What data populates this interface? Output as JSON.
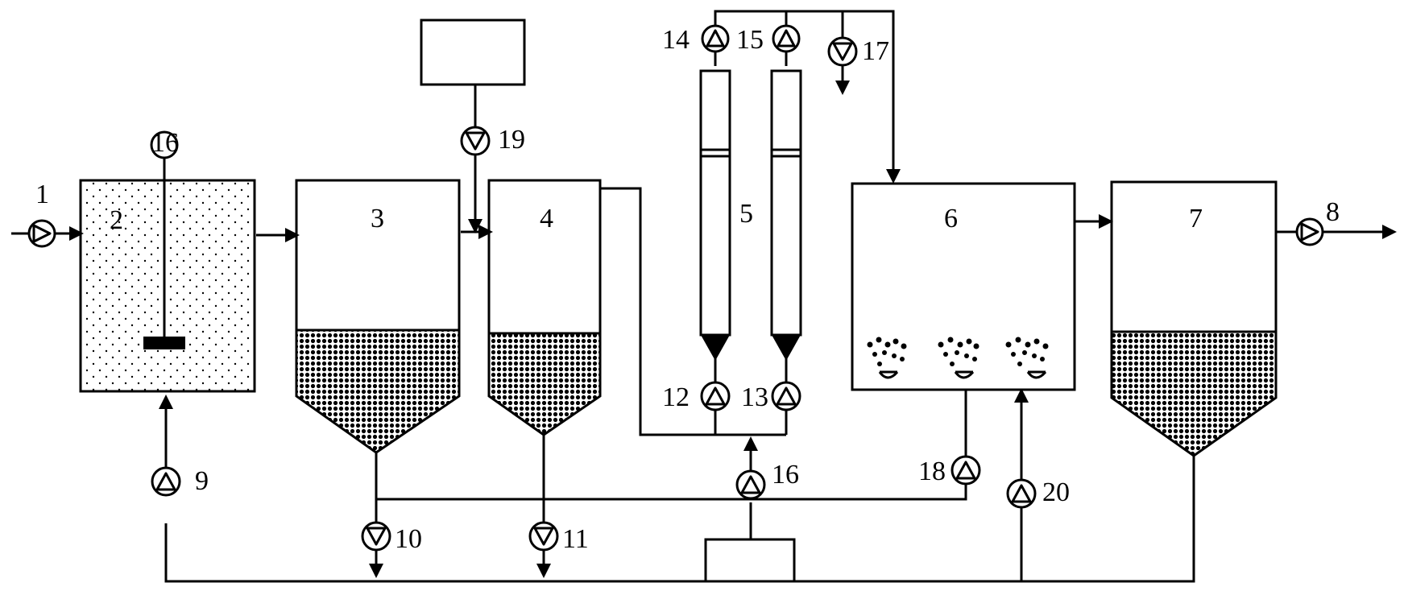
{
  "labels": {
    "pump1": "1",
    "tank2": "2",
    "tank3": "3",
    "tank4": "4",
    "column5": "5",
    "tank6": "6",
    "tank7": "7",
    "pump8": "8",
    "pump9": "9",
    "pump10": "10",
    "pump11": "11",
    "pump12": "12",
    "pump13": "13",
    "pump14": "14",
    "pump15": "15",
    "pump16": "16",
    "pump17": "17",
    "pump18": "18",
    "pump19": "19",
    "pump20": "20",
    "mixer": "16"
  },
  "colors": {
    "line": "#000000",
    "background": "#ffffff"
  }
}
